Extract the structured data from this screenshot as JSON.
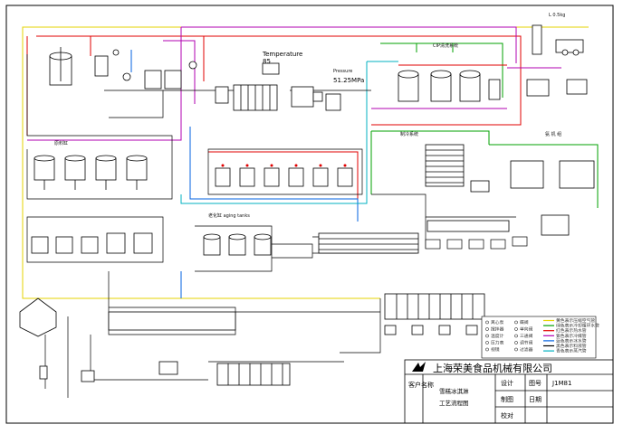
{
  "readouts": {
    "temperature_label": "Temperature",
    "temperature_value": "85",
    "pressure_label": "Pressure",
    "pressure_value": "51.25MPa",
    "level_label": "L 0.5kg"
  },
  "sections": {
    "aging_tanks": "老化缸 aging tanks",
    "cip": "CIP清洗系统",
    "raw_tanks": "原料缸",
    "refrigeration": "制冷系统",
    "ammonia": "氨 机 组"
  },
  "legend": [
    {
      "text": "黄色表示压缩空气管",
      "color": "#e6d300"
    },
    {
      "text": "绿色表示冷却循环水管",
      "color": "#00a000"
    },
    {
      "text": "红色表示热水管",
      "color": "#e00000"
    },
    {
      "text": "紫色表示冷媒管",
      "color": "#b000b0"
    },
    {
      "text": "蓝色表示冰水管",
      "color": "#0060e0"
    },
    {
      "text": "黑色表示料液管",
      "color": "#000000"
    },
    {
      "text": "青色表示蒸汽管",
      "color": "#00b0c0"
    }
  ],
  "symbols": [
    "离心泵",
    "搅拌器",
    "温度计",
    "压力表",
    "视镜",
    "蝶阀",
    "单向阀",
    "三通阀",
    "调节阀",
    "过滤器"
  ],
  "title_block": {
    "company": "上海荣美食品机械有限公司",
    "side_label": "客户名称",
    "drawing_title_1": "雪糕冰淇淋",
    "drawing_title_2": "工艺流程图",
    "design": "设计",
    "drafting": "制图",
    "checking": "校对",
    "drawing_no_label": "图号",
    "date_label": "日期",
    "drawing_no": "J1M81"
  },
  "colors": {
    "material": "#000000",
    "air": "#e6d300",
    "water": "#00a000",
    "hot": "#e00000",
    "refrig": "#b000b0",
    "chilled": "#0060e0",
    "steam": "#00b0c0"
  }
}
